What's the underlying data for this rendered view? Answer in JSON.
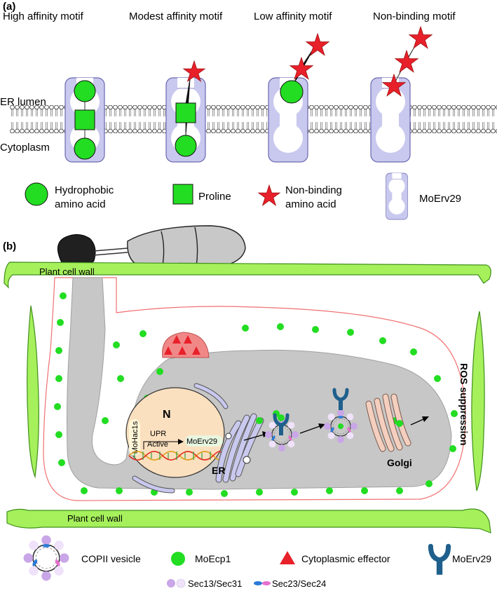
{
  "panel_a": {
    "label": "(a)",
    "motif_titles": [
      "High affinity motif",
      "Modest affinity motif",
      "Low affinity motif",
      "Non-binding motif"
    ],
    "er_lumen": "ER lumen",
    "cytoplasm": "Cytoplasm",
    "legend": {
      "hydrophobic_line1": "Hydrophobic",
      "hydrophobic_line2": "amino acid",
      "proline": "Proline",
      "nonbinding_line1": "Non-binding",
      "nonbinding_line2": "amino acid",
      "moerv29": "MoErv29"
    }
  },
  "panel_b": {
    "label": "(b)",
    "plant_cell_wall_top": "Plant cell wall",
    "plant_cell_wall_bottom": "Plant cell wall",
    "nucleus": "N",
    "mohac1s": "MoHac1s",
    "upr": "UPR",
    "active": "Active",
    "moerv29_gene": "MoErv29",
    "er": "ER",
    "golgi": "Golgi",
    "ros": "ROS suppression"
  },
  "legend_b": {
    "copii": "COPII vesicle",
    "moecp1": "MoEcp1",
    "effector": "Cytoplasmic effector",
    "moerv29": "MoErv29",
    "sec13": "Sec13/Sec31",
    "sec23": "Sec23/Sec24"
  },
  "colors": {
    "green": "#22dd22",
    "red": "#e8202a",
    "receptor": "#c9c8ee",
    "cell_wall": "#a6f05c",
    "cytoplasm": "#c7c7c7",
    "nucleus": "#fbe0c0",
    "golgi": "#f4cfc0",
    "erv_blue": "#1f5f8c"
  }
}
